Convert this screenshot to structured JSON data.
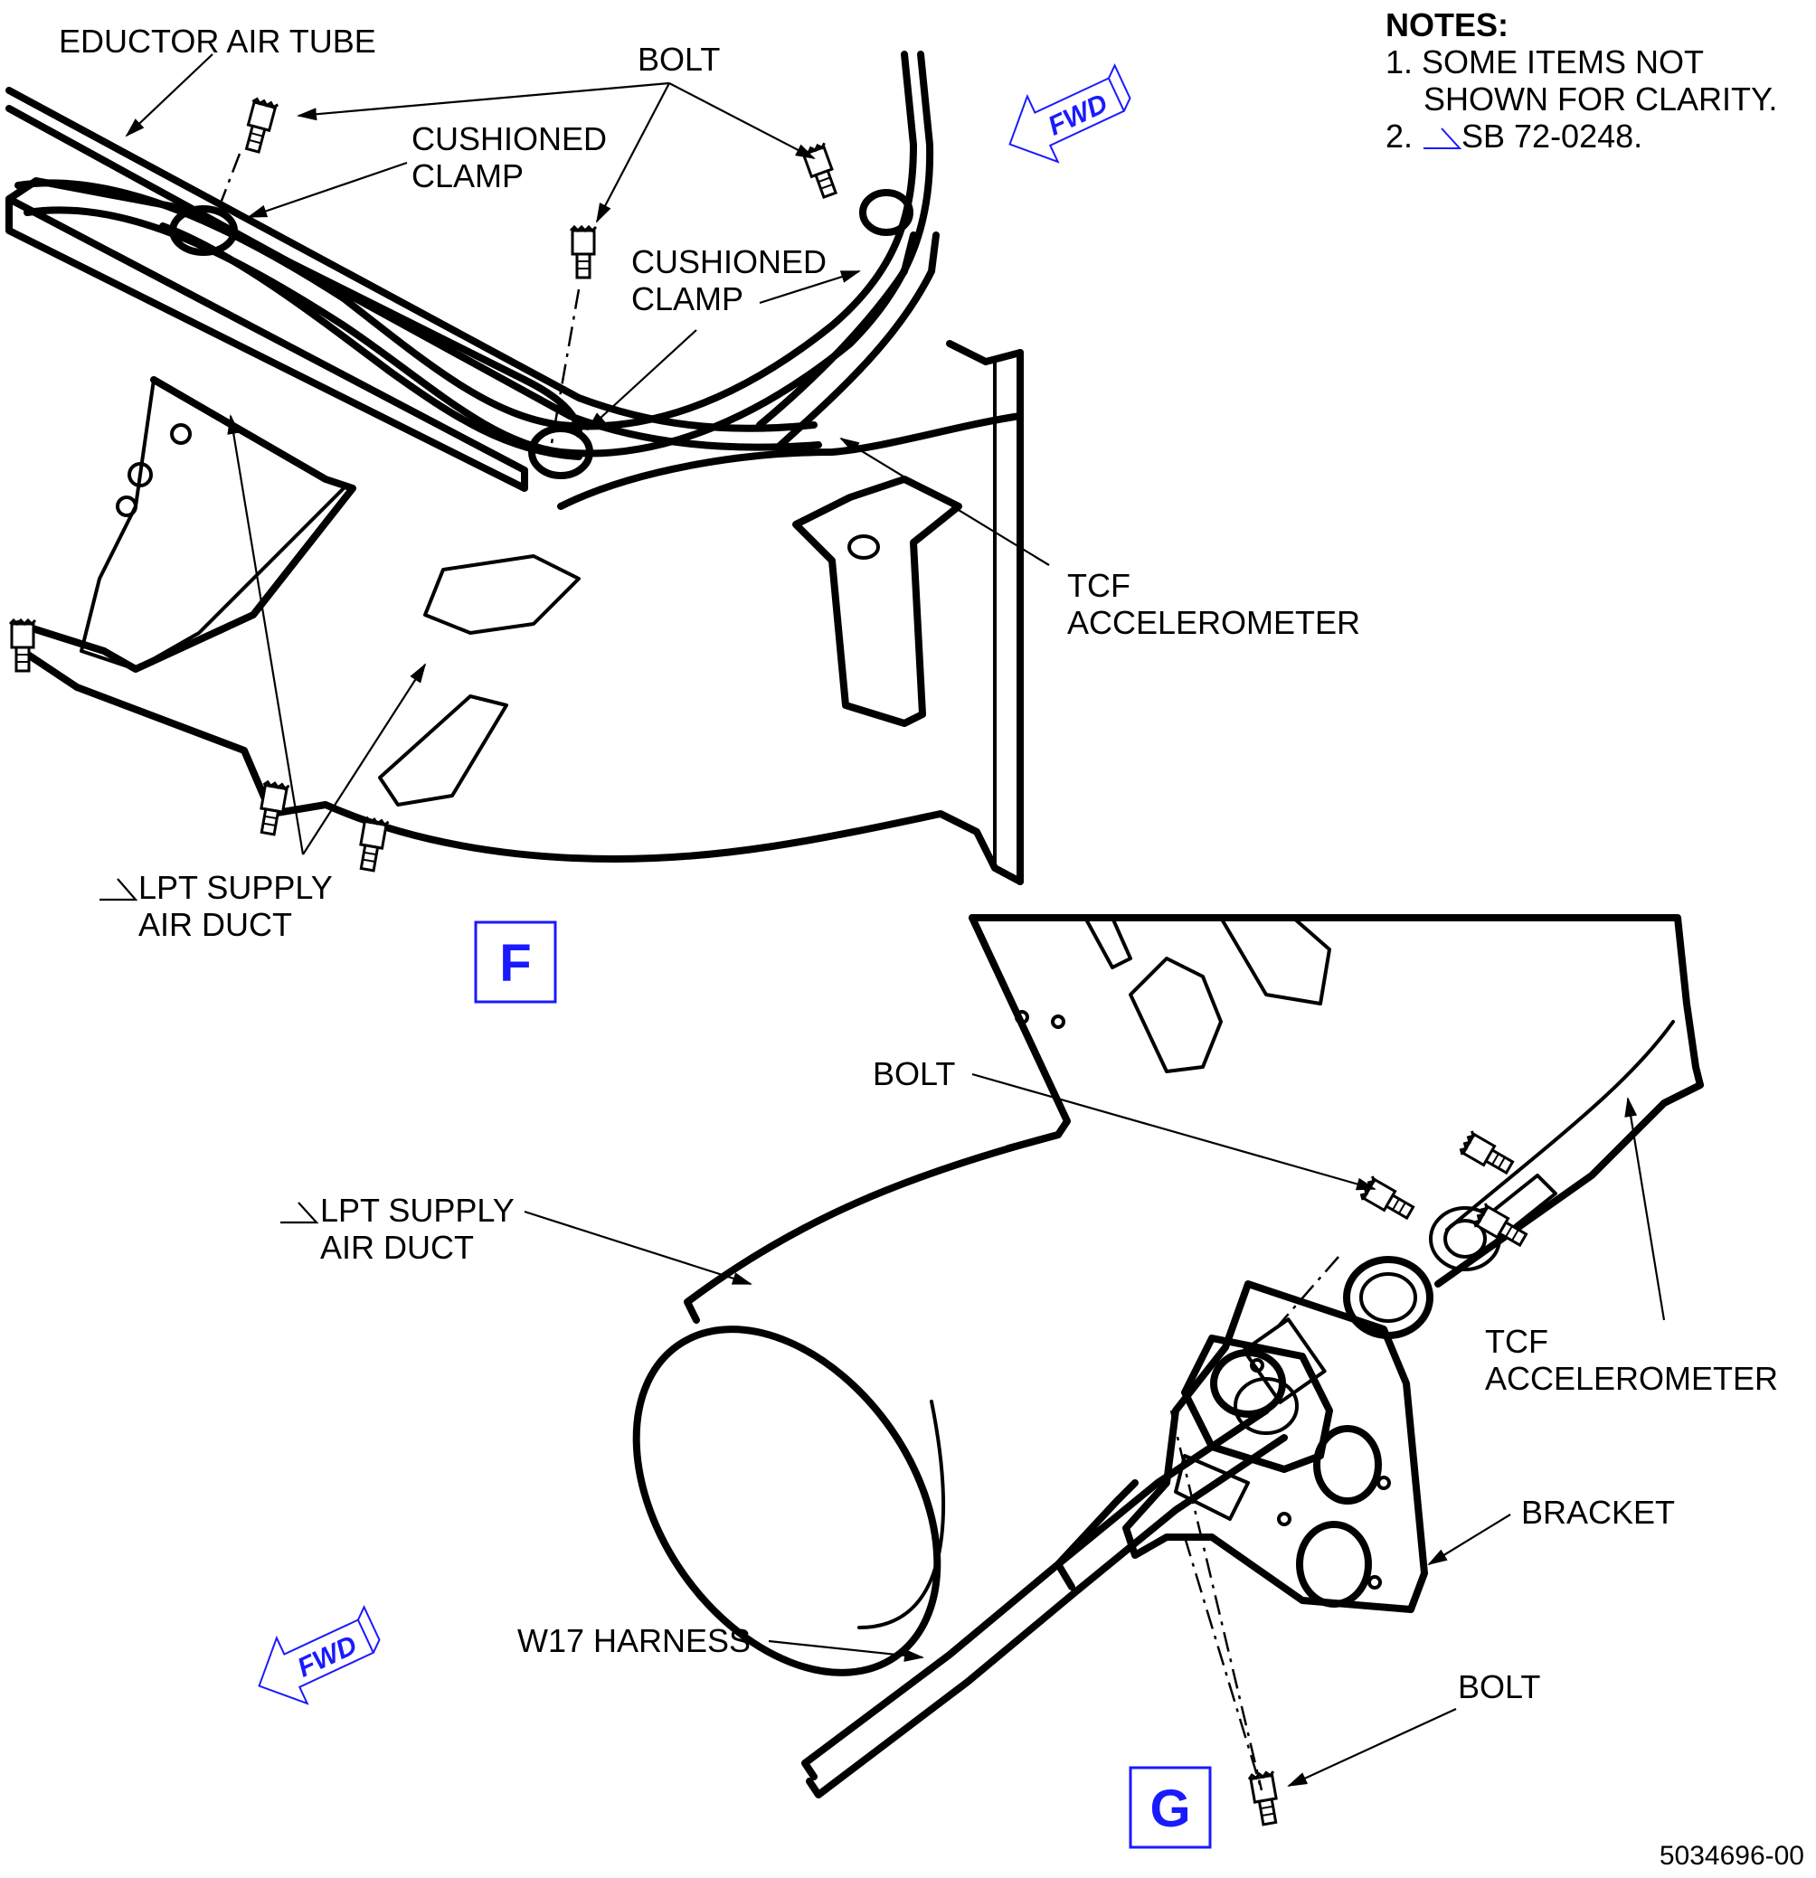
{
  "notes": {
    "heading": "NOTES:",
    "note1_line1": "1. SOME ITEMS NOT",
    "note1_line2": "SHOWN FOR CLARITY.",
    "note2": "2.",
    "note2_ref": "SB 72-0248."
  },
  "view_f": {
    "letter": "F",
    "labels": {
      "eductor_air_tube": "EDUCTOR AIR TUBE",
      "bolt": "BOLT",
      "cushioned_clamp_1_line1": "CUSHIONED",
      "cushioned_clamp_1_line2": "CLAMP",
      "cushioned_clamp_2_line1": "CUSHIONED",
      "cushioned_clamp_2_line2": "CLAMP",
      "tcf_line1": "TCF",
      "tcf_line2": "ACCELEROMETER",
      "lpt_line1": "LPT SUPPLY",
      "lpt_line2": "AIR DUCT"
    },
    "fwd": "FWD"
  },
  "view_g": {
    "letter": "G",
    "labels": {
      "bolt_upper": "BOLT",
      "lpt_line1": "LPT SUPPLY",
      "lpt_line2": "AIR DUCT",
      "tcf_line1": "TCF",
      "tcf_line2": "ACCELEROMETER",
      "bracket": "BRACKET",
      "w17_harness": "W17 HARNESS",
      "bolt_lower": "BOLT"
    },
    "fwd": "FWD"
  },
  "figure_number": "5034696-00",
  "colors": {
    "line": "#000000",
    "view_marker": "#1a1aff"
  }
}
